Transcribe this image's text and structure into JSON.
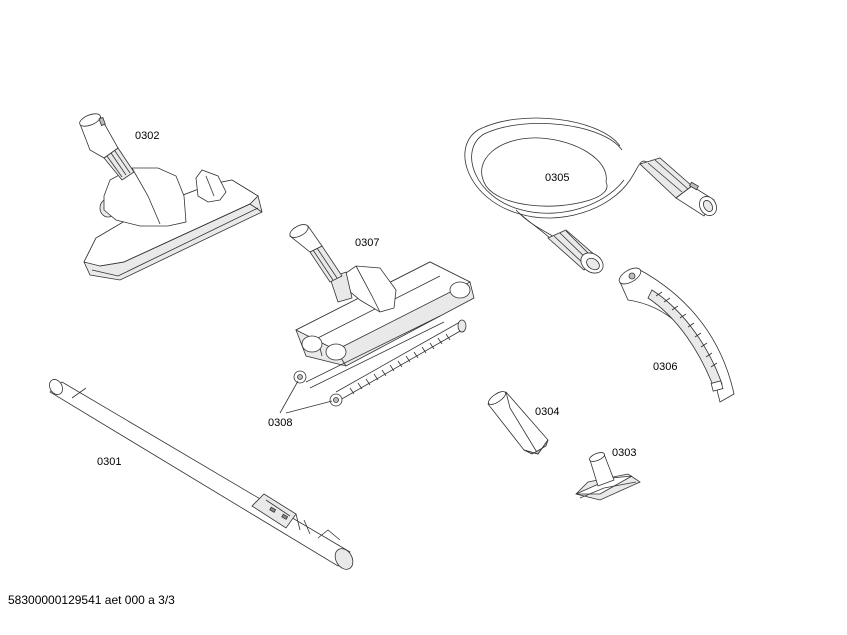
{
  "parts": [
    {
      "id": "floor-nozzle",
      "label": "0302"
    },
    {
      "id": "hose",
      "label": "0305"
    },
    {
      "id": "parquet-nozzle",
      "label": "0307"
    },
    {
      "id": "handle",
      "label": "0306"
    },
    {
      "id": "crevice-tool",
      "label": "0304"
    },
    {
      "id": "upholstery-tool",
      "label": "0303"
    },
    {
      "id": "wheels-axles",
      "label": "0308"
    },
    {
      "id": "telescopic-tube",
      "label": "0301"
    }
  ],
  "footer": {
    "text": "58300000129541 aet 000 a 3/3"
  }
}
